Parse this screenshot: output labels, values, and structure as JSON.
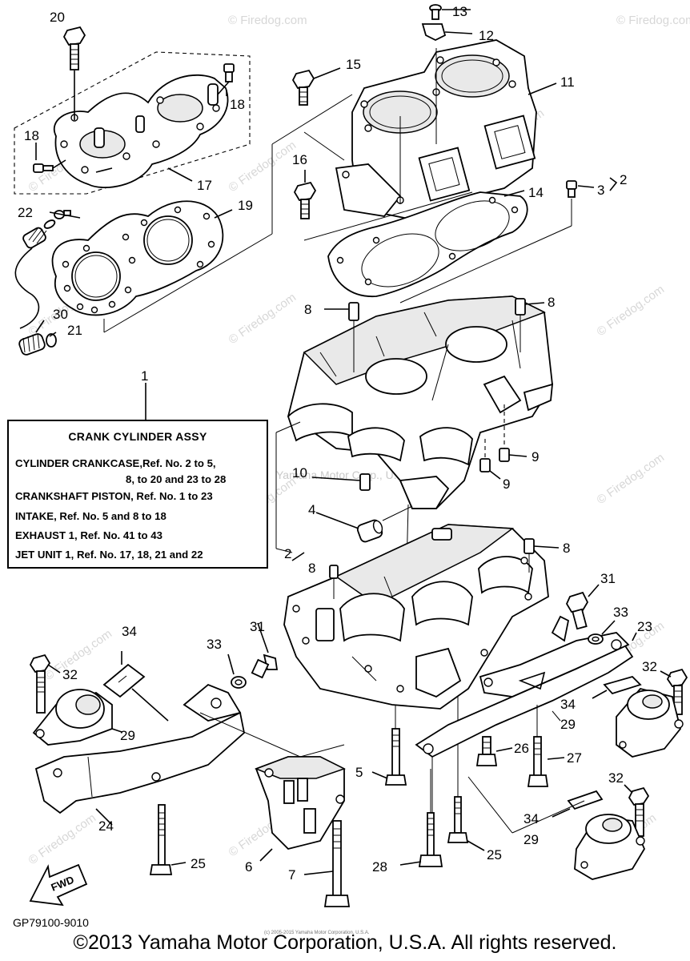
{
  "assembly_box": {
    "title": "CRANK CYLINDER ASSY",
    "lines": [
      "CYLINDER CRANKCASE,Ref. No. 2 to 5,",
      "8, to 20 and 23 to 28",
      "CRANKSHAFT PISTON, Ref. No. 1 to 23",
      "INTAKE, Ref. No. 5 and 8 to 18",
      "EXHAUST 1, Ref. No. 41 to 43",
      "JET UNIT 1, Ref. No. 17, 18, 21 and 22"
    ]
  },
  "callouts": {
    "c1": "1",
    "c2a": "2",
    "c2b": "2",
    "c3": "3",
    "c4": "4",
    "c5": "5",
    "c6": "6",
    "c7": "7",
    "c8a": "8",
    "c8b": "8",
    "c8c": "8",
    "c8d": "8",
    "c9a": "9",
    "c9b": "9",
    "c10": "10",
    "c11": "11",
    "c12": "12",
    "c13": "13",
    "c14": "14",
    "c15": "15",
    "c16": "16",
    "c17": "17",
    "c18a": "18",
    "c18b": "18",
    "c19": "19",
    "c20": "20",
    "c21": "21",
    "c22": "22",
    "c23": "23",
    "c24": "24",
    "c25a": "25",
    "c25b": "25",
    "c26": "26",
    "c27": "27",
    "c28": "28",
    "c29a": "29",
    "c29b": "29",
    "c29c": "29",
    "c30": "30",
    "c31a": "31",
    "c31b": "31",
    "c32a": "32",
    "c32b": "32",
    "c32c": "32",
    "c33a": "33",
    "c33b": "33",
    "c34a": "34",
    "c34b": "34",
    "c34c": "34"
  },
  "fwd_label": "FWD",
  "watermark": "© Firedog.com",
  "overlay_watermark": "Yamaha Motor Corp., U.S.A.",
  "diagram_code": "GP79100-9010",
  "small_copyright": "(c) 2005-2015 Yamaha Motor Corporation, U.S.A.",
  "copyright": "©2013 Yamaha Motor Corporation, U.S.A. All rights reserved."
}
